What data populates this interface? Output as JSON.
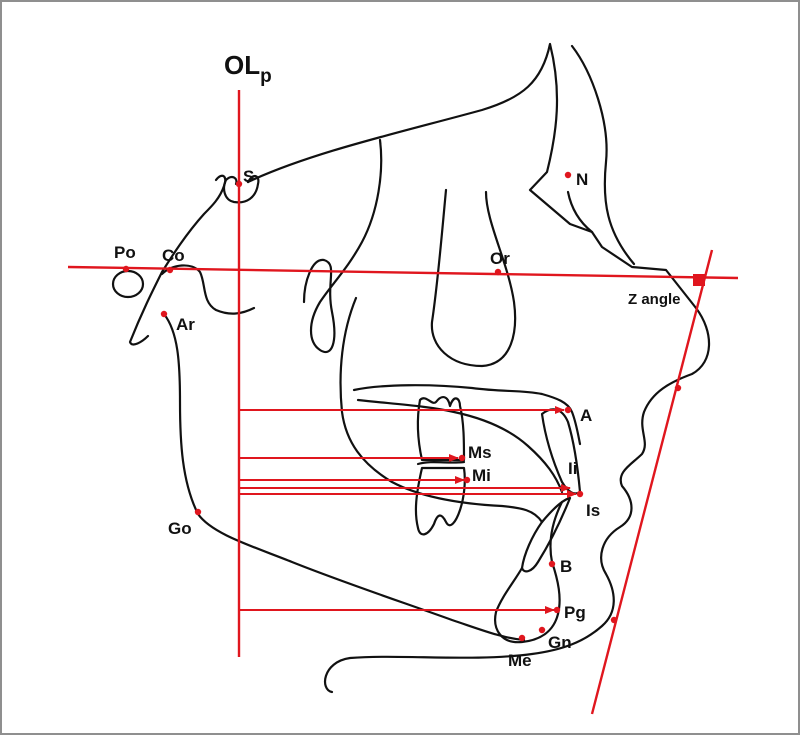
{
  "diagram": {
    "reference_line_label": "OL",
    "reference_line_subscript": "p",
    "angle_label": "Z angle",
    "landmarks": {
      "S": "S",
      "N": "N",
      "Po": "Po",
      "Co": "Co",
      "Or": "Or",
      "Ar": "Ar",
      "A": "A",
      "Ms": "Ms",
      "Mi": "Mi",
      "Ii": "Ii",
      "Is": "Is",
      "Go": "Go",
      "B": "B",
      "Pg": "Pg",
      "Gn": "Gn",
      "Me": "Me"
    },
    "colors": {
      "reference": "#e0161e",
      "outline": "#111111",
      "border": "#8f8f8f"
    }
  }
}
